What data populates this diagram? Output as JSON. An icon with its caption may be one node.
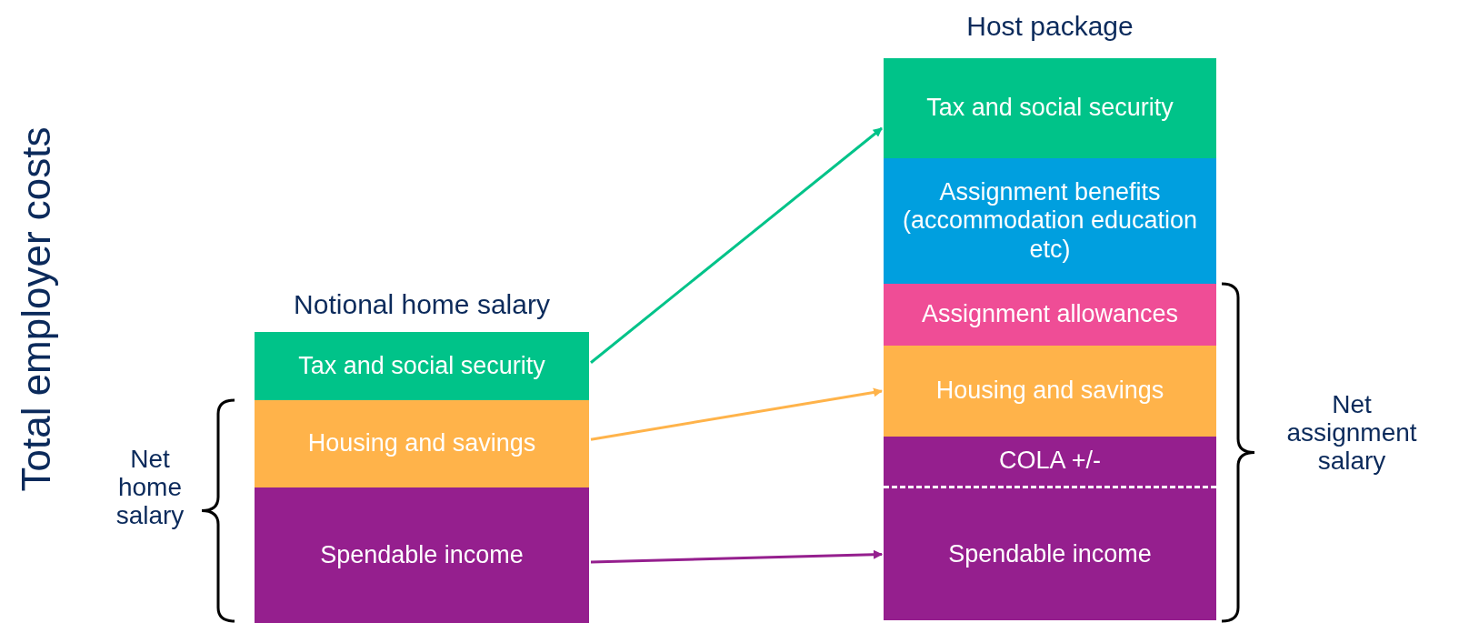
{
  "diagram": {
    "nodes": [
      {
        "text": [
          "Notional home salary"
        ]
      },
      {
        "text": [
          "Tax and social security"
        ],
        "in": 0
      },
      {
        "text": [
          "Housing and savings"
        ],
        "in": 0
      },
      {
        "text": [
          "Spendable income"
        ],
        "in": 0
      },
      {
        "text": [
          "Host package"
        ]
      },
      {
        "text": [
          "Tax and social security"
        ],
        "in": 4
      },
      {
        "text": [
          "Assignment benefits (accommodation education etc)"
        ],
        "in": 4
      },
      {
        "text": [
          "Assignment allowances"
        ],
        "in": 4
      },
      {
        "text": [
          "Housing and savings"
        ],
        "in": 4
      },
      {
        "text": [
          "COLA +/-"
        ],
        "in": 4
      },
      {
        "text": [
          "Spendable income"
        ],
        "in": 4
      }
    ],
    "edges": [
      {
        "from": 1,
        "to": 5,
        "arrow": "to",
        "color": "#00c389"
      },
      {
        "from": 2,
        "to": 8,
        "arrow": "to",
        "color": "#ffb34a"
      },
      {
        "from": 3,
        "to": 10,
        "arrow": "to",
        "color": "#951f8e"
      }
    ],
    "labels": [
      "Total employer costs",
      "Net home salary",
      "Net assignment salary"
    ]
  }
}
